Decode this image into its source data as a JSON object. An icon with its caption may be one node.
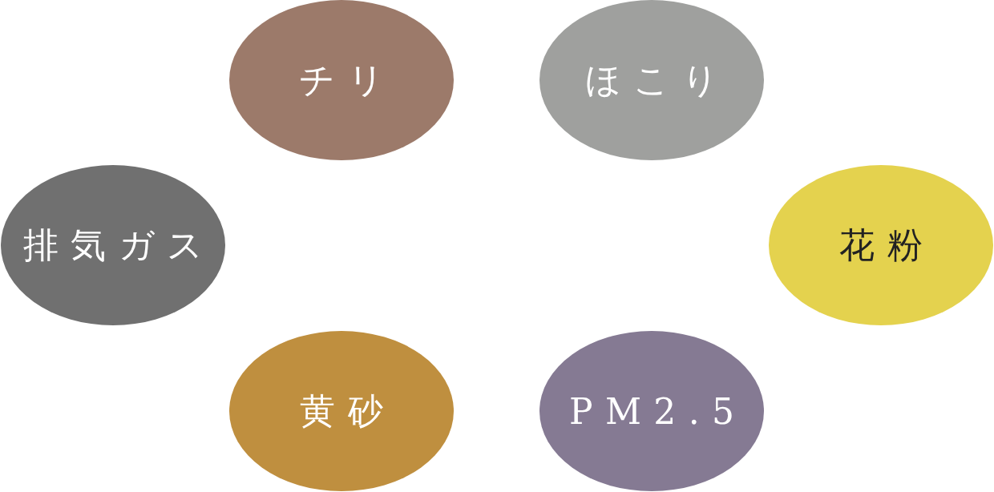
{
  "diagram": {
    "nodes": [
      {
        "text": [
          "チリ"
        ]
      },
      {
        "text": [
          "ほこり"
        ]
      },
      {
        "text": [
          "排気ガス"
        ]
      },
      {
        "text": [
          "花粉"
        ]
      },
      {
        "text": [
          "黄砂"
        ]
      },
      {
        "text": [
          "PM2.5"
        ]
      }
    ]
  }
}
